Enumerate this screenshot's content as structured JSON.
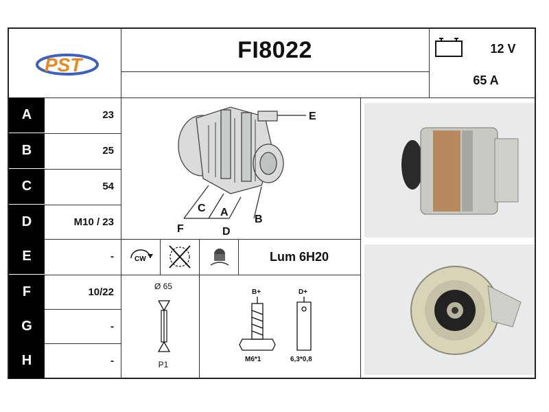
{
  "header": {
    "brand": "PST",
    "part_number": "FI8022",
    "voltage": "12 V",
    "amperage": "65 A"
  },
  "specs": [
    {
      "letter": "A",
      "value": "23"
    },
    {
      "letter": "B",
      "value": "25"
    },
    {
      "letter": "C",
      "value": "54"
    },
    {
      "letter": "D",
      "value": "M10 / 23"
    },
    {
      "letter": "E",
      "value": "-"
    },
    {
      "letter": "F",
      "value": "10/22"
    },
    {
      "letter": "G",
      "value": "-"
    },
    {
      "letter": "H",
      "value": "-"
    }
  ],
  "diagram": {
    "labels": {
      "e": "E",
      "c": "C",
      "a": "A",
      "b": "B",
      "f": "F",
      "d": "D"
    }
  },
  "symbols": {
    "rotation": "CW",
    "regulator": "Lum 6H20"
  },
  "pulley": {
    "diameter": "Ø 65",
    "type": "P1"
  },
  "terminals": {
    "b_label": "B+",
    "d_label": "D+",
    "b_size": "M6*1",
    "d_size": "6,3*0,8"
  },
  "colors": {
    "brand_orange": "#e8891f",
    "brand_blue": "#3d5fbf",
    "row_header_bg": "#000000"
  }
}
